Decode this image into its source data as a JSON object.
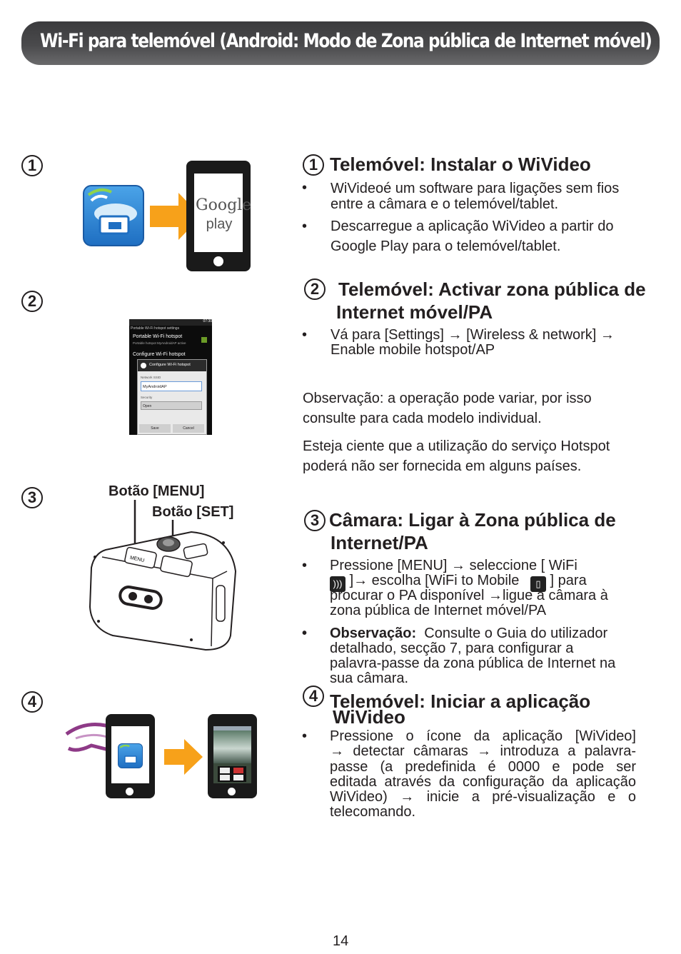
{
  "header": {
    "title": "Wi-Fi para telemóvel (Android: Modo de Zona pública de Internet móvel)"
  },
  "step_numbers": {
    "s1": "1",
    "s2": "2",
    "s3": "3",
    "s4": "4"
  },
  "section1": {
    "title": "Telemóvel: Instalar o WiVideo",
    "bullet1_line1": "WiVideoé um software para ligações sem fios",
    "bullet1_line2": "entre a câmara e o telemóvel/tablet.",
    "bullet2_line1": "Descarregue a aplicação WiVideo a partir do",
    "bullet2_line2": "Google Play para o telemóvel/tablet."
  },
  "section2": {
    "title_line1": "Telemóvel: Activar zona pública de",
    "title_line2": "Internet móvel/PA",
    "bullet1_line1": "Vá para [Settings] → [Wireless & network] →",
    "bullet1_line2": "Enable mobile hotspot/AP",
    "note_line1": "Observação: a operação pode variar, por isso",
    "note_line2": "consulte para cada modelo individual.",
    "warning_line1": "Esteja ciente que a utilização do serviço Hotspot",
    "warning_line2": "poderá não ser fornecida em alguns países."
  },
  "section3": {
    "title_line1": "Câmara: Ligar à Zona pública de",
    "title_line2": "Internet/PA",
    "bullet1_line1": "Pressione [MENU] → seleccione [ WiFi",
    "bullet1_line2a": "]→ escolha [WiFi to Mobile",
    "bullet1_line2b": "] para",
    "bullet1_line3": "procurar o PA disponível →ligue a câmara à",
    "bullet1_line4": "zona pública de Internet móvel/PA",
    "bullet2_bold": "Observação:",
    "bullet2_line1": "Consulte o Guia do utilizador",
    "bullet2_line2": "detalhado, secção 7, para configurar a",
    "bullet2_line3": "palavra-passe da zona pública de Internet na",
    "bullet2_line4": "sua câmara.",
    "label_menu": "Botão [MENU]",
    "label_set": "Botão [SET]",
    "camera_menu_text": "MENU"
  },
  "section4": {
    "title_line1": "Telemóvel: Iniciar a aplicação",
    "title_line2": "WiVideo",
    "bullet1_line1": "Pressione o ícone da aplicação [WiVideo]",
    "bullet1_line2": "→ detectar câmaras → introduza a palavra-",
    "bullet1_line3": "passe (a predefinida é 0000 e pode ser",
    "bullet1_line4": "editada através da configuração da aplicação",
    "bullet1_line5": "WiVideo) → inicie a pré-visualização e o",
    "bullet1_line6": "telecomando."
  },
  "illustrations": {
    "google_play_line1": "Google",
    "google_play_line2": "play",
    "android_screen": {
      "time": "07:30",
      "header": "Portable Wi-Fi hotspot settings",
      "item1_title": "Portable Wi-Fi hotspot",
      "item1_sub": "Portable hotspot MyAndroidAP active",
      "item2_title": "Configure Wi-Fi hotspot",
      "dialog_title": "Configure Wi-Fi hotspot",
      "ssid_label": "Network SSID",
      "ssid_value": "MyAndroidAP",
      "security_label": "Security",
      "security_value": "Open",
      "save": "Save",
      "cancel": "Cancel"
    }
  },
  "page_number": "14",
  "colors": {
    "header_bg": "#4a4a4c",
    "arrow": "#f7a11a",
    "app_icon": "#2f86d6",
    "hand": "#8e3a87"
  }
}
